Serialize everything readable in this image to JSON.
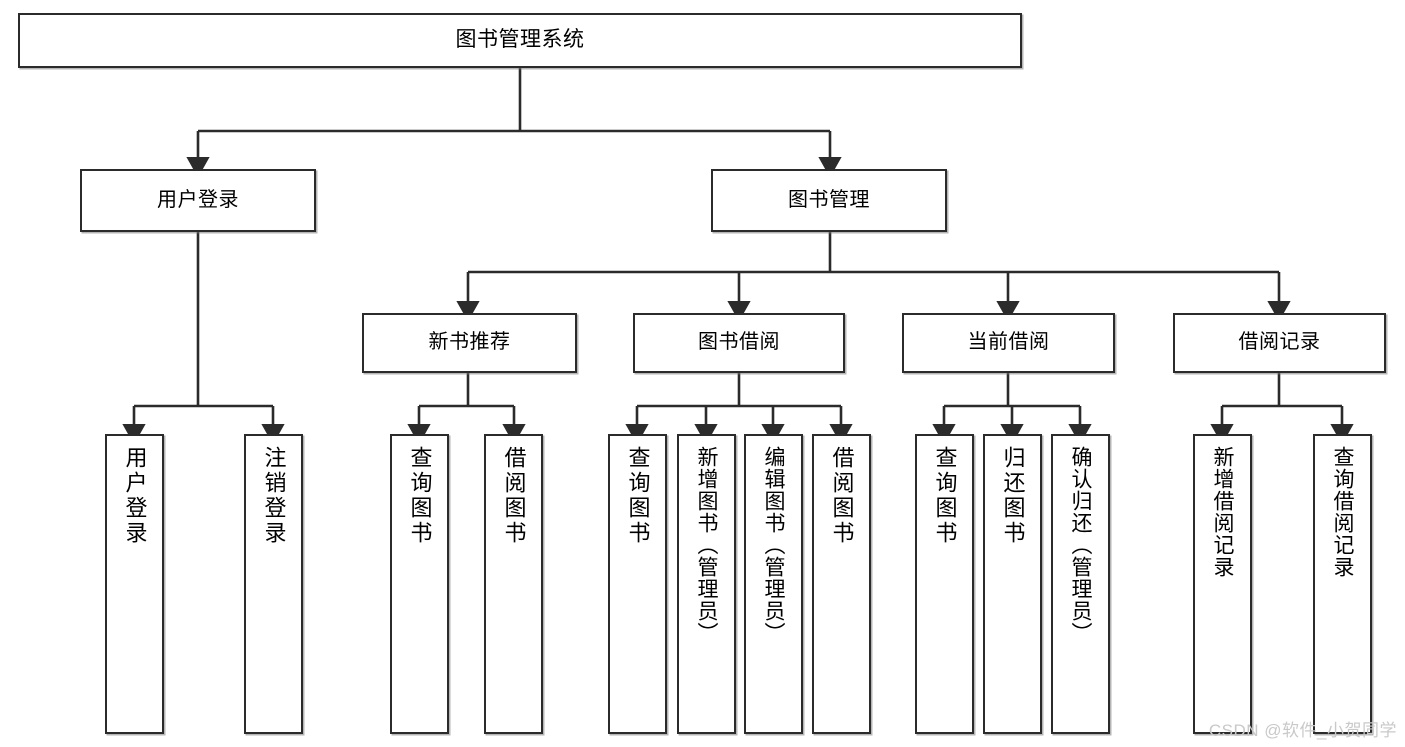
{
  "diagram": {
    "type": "tree-hierarchy",
    "title": "图书管理系统",
    "orientation": "top-down",
    "colors": {
      "box_border": "#2b2b2b",
      "box_fill": "#ffffff",
      "connector": "#2b2b2b",
      "watermark": "#c9c9c9",
      "background": "#ffffff"
    }
  },
  "root": {
    "label": "图书管理系统"
  },
  "level2": [
    {
      "label": "用户登录"
    },
    {
      "label": "图书管理"
    }
  ],
  "level3": [
    {
      "label": "新书推荐"
    },
    {
      "label": "图书借阅"
    },
    {
      "label": "当前借阅"
    },
    {
      "label": "借阅记录"
    }
  ],
  "leaves": {
    "user_login": [
      {
        "label": "用户登录"
      },
      {
        "label": "注销登录"
      }
    ],
    "new_book_rec": [
      {
        "label": "查询图书"
      },
      {
        "label": "借阅图书"
      }
    ],
    "book_borrow": [
      {
        "label": "查询图书"
      },
      {
        "label": "新增图书（管理员）"
      },
      {
        "label": "编辑图书（管理员）"
      },
      {
        "label": "借阅图书"
      }
    ],
    "cur_borrow": [
      {
        "label": "查询图书"
      },
      {
        "label": "归还图书"
      },
      {
        "label": "确认归还（管理员）"
      }
    ],
    "borrow_rec": [
      {
        "label": "新增借阅记录"
      },
      {
        "label": "查询借阅记录"
      }
    ]
  },
  "watermark": {
    "text": "CSDN @软件_小贺同学"
  }
}
